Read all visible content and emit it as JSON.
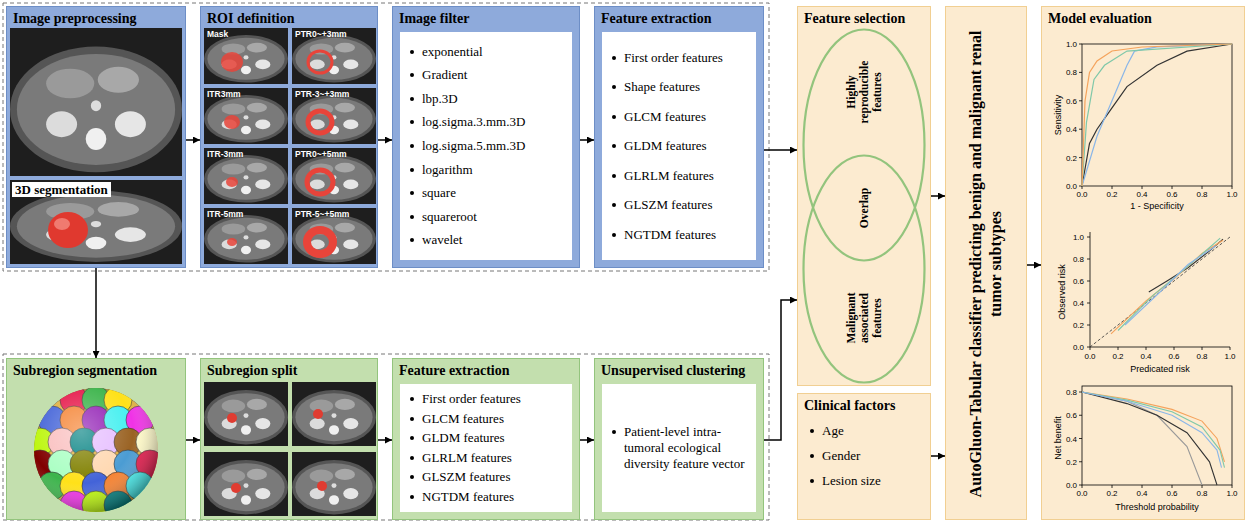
{
  "diagram": {
    "nodes": [
      {
        "text": [
          "Image preprocessing",
          "3D segmentation"
        ]
      },
      {
        "text": [
          "ROI definition"
        ]
      },
      {
        "text": [
          "Image filter"
        ]
      },
      {
        "text": [
          "exponential",
          "Gradient",
          "lbp.3D",
          "log.sigma.3.mm.3D",
          "log.sigma.5.mm.3D",
          "logarithm",
          "square",
          "squareroot",
          "wavelet"
        ],
        "in": 2
      },
      {
        "text": [
          "Feature extraction"
        ]
      },
      {
        "text": [
          "First order features",
          "Shape features",
          "GLCM features",
          "GLDM features",
          "GLRLM features",
          "GLSZM features",
          "NGTDM features"
        ],
        "in": 4
      },
      {
        "text": [
          "Subregion segmentation"
        ]
      },
      {
        "text": [
          "Subregion split"
        ]
      },
      {
        "text": [
          "Feature extraction"
        ]
      },
      {
        "text": [
          "First order features",
          "GLCM features",
          "GLDM features",
          "GLRLM features",
          "GLSZM features",
          "NGTDM features"
        ],
        "in": 8
      },
      {
        "text": [
          "Unsupervised clustering"
        ]
      },
      {
        "text": [
          "Patient-level intra-tumoral ecological diversity feature vector"
        ],
        "in": 10
      },
      {
        "text": [
          "Feature selection"
        ]
      },
      {
        "text": [
          "Highly reproducible features"
        ],
        "in": 12
      },
      {
        "text": [
          "Malignant associated features"
        ],
        "in": 12
      },
      {
        "text": [
          "Clinical factors",
          "Age",
          "Gender",
          "Lesion size"
        ]
      },
      {
        "text": [
          "AutoGluon-Tabular classifier predicting benign and malignant renal tumor subtypes"
        ]
      },
      {
        "text": [
          "Model evaluation"
        ]
      }
    ],
    "edges": [
      {
        "from": 0,
        "to": 1,
        "arrow": "to"
      },
      {
        "from": 1,
        "to": 2,
        "arrow": "to"
      },
      {
        "from": 2,
        "to": 4,
        "arrow": "to"
      },
      {
        "from": 4,
        "to": 12,
        "arrow": "to"
      },
      {
        "from": 0,
        "to": 6,
        "arrow": "to"
      },
      {
        "from": 6,
        "to": 7,
        "arrow": "to"
      },
      {
        "from": 7,
        "to": 8,
        "arrow": "to"
      },
      {
        "from": 8,
        "to": 10,
        "arrow": "to"
      },
      {
        "from": 10,
        "to": 12,
        "arrow": "to"
      },
      {
        "from": 12,
        "to": 16,
        "arrow": "to"
      },
      {
        "from": 15,
        "to": 16,
        "arrow": "to"
      },
      {
        "from": 16,
        "to": 17,
        "arrow": "to"
      }
    ],
    "labels": [
      "Mask",
      "PTR0~+3mm",
      "ITR3mm",
      "PTR-3~+3mm",
      "ITR-3mm",
      "PTR0~+5mm",
      "ITR-5mm",
      "PTR-5~+5mm",
      "Overlap",
      "1.0",
      "0.8",
      "0.6",
      "0.4",
      "0.2",
      "0.0",
      "0.0",
      "0.2",
      "0.4",
      "0.6",
      "0.8",
      "1.0",
      "Sensitivity",
      "1 - Specificity",
      "1.0",
      "0.8",
      "0.6",
      "0.4",
      "0.2",
      "0.0",
      "0.0",
      "0.2",
      "0.4",
      "0.6",
      "0.8",
      "1.0",
      "Observed risk",
      "Predicated risk",
      "0.8",
      "0.6",
      "0.4",
      "0.2",
      "0.0",
      "0.0",
      "0.2",
      "0.4",
      "0.6",
      "0.8",
      "1.0",
      "Net benefit",
      "Threshold probability"
    ]
  }
}
